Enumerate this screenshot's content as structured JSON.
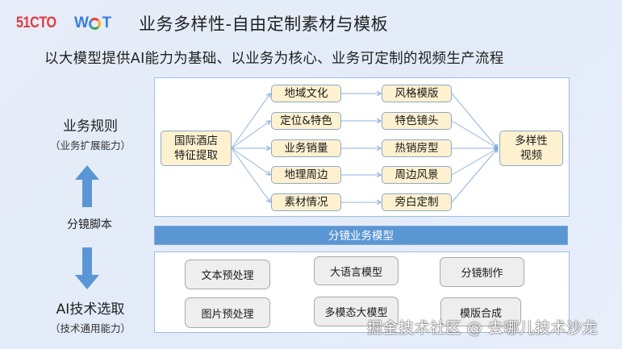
{
  "header": {
    "logo_left": "51CTO",
    "logo_right_w": "W",
    "logo_right_t": "T",
    "title": "业务多样性-自由定制素材与模板",
    "subtitle": "以大模型提供AI能力为基础、以业务为核心、业务可定制的视频生产流程"
  },
  "left": {
    "top_label": "业务规则",
    "top_sub": "（业务扩展能力）",
    "middle_label": "分镜脚本",
    "bottom_label": "AI技术选取",
    "bottom_sub": "（技术通用能力）"
  },
  "flow": {
    "source": "国际酒店\n特征提取",
    "features": [
      "地域文化",
      "定位&特色",
      "业务销量",
      "地理周边",
      "素材情况"
    ],
    "outputs": [
      "风格模版",
      "特色镜头",
      "热销房型",
      "周边风景",
      "旁白定制"
    ],
    "result": "多样性\n视频"
  },
  "band": {
    "label": "分镜业务模型"
  },
  "tech": {
    "row1": [
      "文本预处理",
      "大语言模型",
      "分镜制作"
    ],
    "row2": [
      "图片预处理",
      "多模态大模型",
      "模版合成"
    ]
  },
  "watermark": "掘金技术社区 @ 去哪儿技术沙龙",
  "colors": {
    "node_fill": "#fdf1cf",
    "band": "#5b96d4",
    "arrow": "#5b96d4",
    "logo_red": "#e03a3e",
    "logo_blue": "#3a7de0"
  }
}
